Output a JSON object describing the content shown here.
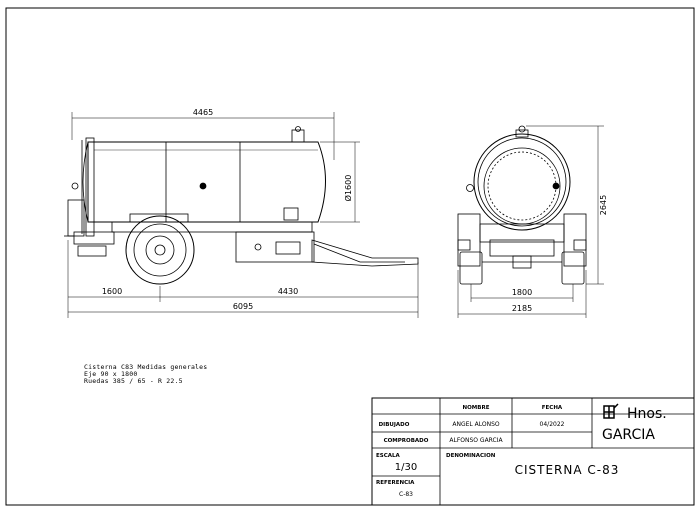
{
  "dimensions": {
    "side_length": "4465",
    "side_diameter": "Ø1600",
    "side_rear": "1600",
    "side_drawbar": "4430",
    "side_total": "6095",
    "rear_height": "2645",
    "rear_track": "1800",
    "rear_width": "2185"
  },
  "notes": {
    "line1": "Cisterna C83 Medidas generales",
    "line2": "Eje 90 x 1800",
    "line3": "Ruedas 385 / 65 - R 22.5"
  },
  "title_block": {
    "header_nombre": "NOMBRE",
    "header_fecha": "FECHA",
    "label_dibujado": "DIBUJADO",
    "value_dibujado": "ANGEL ALONSO",
    "date_dibujado": "04/2022",
    "label_comprobado": "COMPROBADO",
    "value_comprobado": "ALFONSO GARCIA",
    "label_escala": "ESCALA",
    "value_escala": "1/30",
    "label_denominacion": "DENOMINACION",
    "value_denominacion": "CISTERNA C-83",
    "label_referencia": "REFERENCIA",
    "value_referencia": "C-83",
    "company_line1": "Hnos.",
    "company_line2": "GARCIA"
  }
}
